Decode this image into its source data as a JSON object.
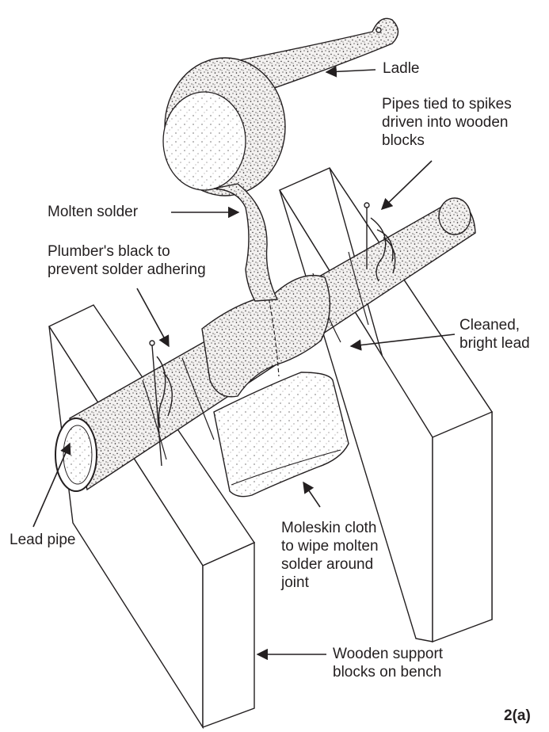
{
  "labels": {
    "ladle": "Ladle",
    "pipes_tied": "Pipes tied to spikes\ndriven into wooden\nblocks",
    "molten_solder": "Molten solder",
    "plumbers_black": "Plumber's black to\nprevent solder adhering",
    "cleaned_lead": "Cleaned,\nbright lead",
    "lead_pipe": "Lead pipe",
    "moleskin": "Moleskin cloth\nto wipe molten\nsolder around\njoint",
    "wooden_blocks": "Wooden support\nblocks on bench"
  },
  "figure_number": "2(a)",
  "colors": {
    "ink": "#231f20",
    "paper": "#ffffff"
  }
}
